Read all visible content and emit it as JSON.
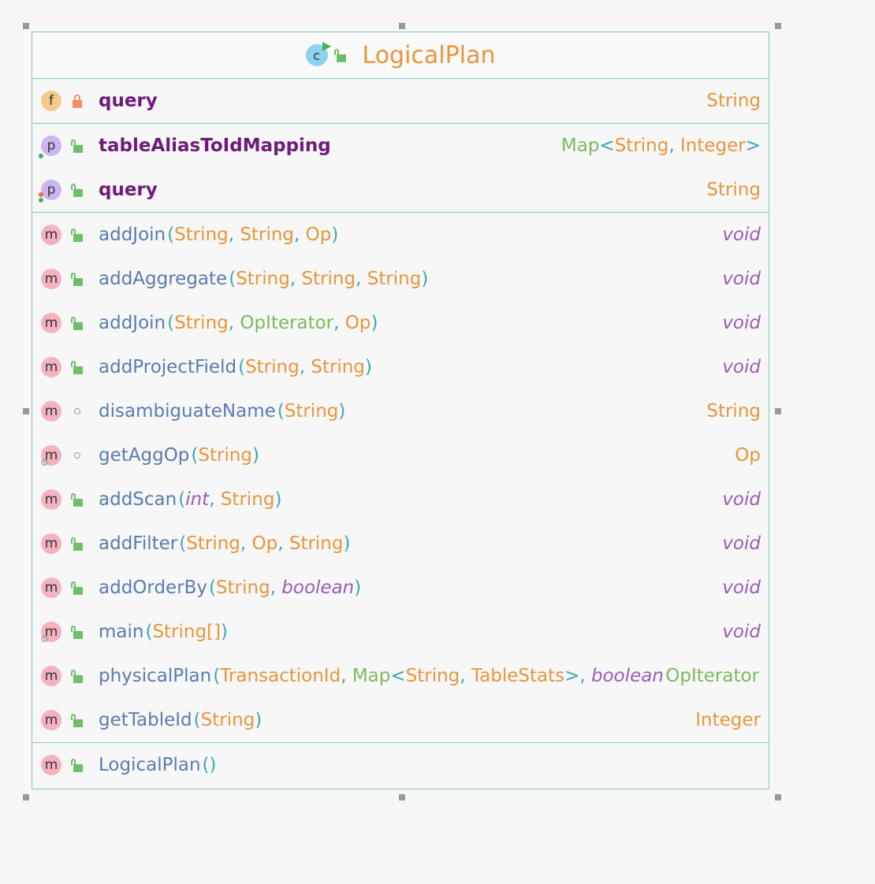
{
  "diagram": {
    "class_name": "LogicalPlan",
    "class_icon_letter": "c",
    "fields": [
      {
        "badge": "f",
        "visibility": "private",
        "name": "query",
        "type": "String"
      }
    ],
    "properties": [
      {
        "badge": "p",
        "visibility": "public",
        "name": "tableAliasToIdMapping",
        "type_parts": [
          "Map",
          "<",
          "String",
          ", ",
          "Integer",
          ">"
        ]
      },
      {
        "badge": "p",
        "visibility": "public",
        "name": "query",
        "type": "String"
      }
    ],
    "methods": [
      {
        "badge": "m",
        "visibility": "public",
        "name": "addJoin",
        "params": [
          "String",
          "String",
          "Op"
        ],
        "type": "void"
      },
      {
        "badge": "m",
        "visibility": "public",
        "name": "addAggregate",
        "params": [
          "String",
          "String",
          "String"
        ],
        "type": "void"
      },
      {
        "badge": "m",
        "visibility": "public",
        "name": "addJoin",
        "params": [
          "String",
          "OpIterator",
          "Op"
        ],
        "type": "void"
      },
      {
        "badge": "m",
        "visibility": "public",
        "name": "addProjectField",
        "params": [
          "String",
          "String"
        ],
        "type": "void"
      },
      {
        "badge": "m",
        "visibility": "package",
        "name": "disambiguateName",
        "params": [
          "String"
        ],
        "type": "String"
      },
      {
        "badge": "m",
        "visibility": "package",
        "name": "getAggOp",
        "params": [
          "String"
        ],
        "type": "Op"
      },
      {
        "badge": "m",
        "visibility": "public",
        "name": "addScan",
        "params": [
          "int",
          "String"
        ],
        "type": "void"
      },
      {
        "badge": "m",
        "visibility": "public",
        "name": "addFilter",
        "params": [
          "String",
          "Op",
          "String"
        ],
        "type": "void"
      },
      {
        "badge": "m",
        "visibility": "public",
        "name": "addOrderBy",
        "params": [
          "String",
          "boolean"
        ],
        "type": "void"
      },
      {
        "badge": "m",
        "visibility": "public",
        "name": "main",
        "params": [
          "String[]"
        ],
        "type": "void"
      },
      {
        "badge": "m",
        "visibility": "public",
        "name": "physicalPlan",
        "params": [
          "TransactionId",
          "Map<String, TableStats>",
          "boolean"
        ],
        "type": "OpIterator"
      },
      {
        "badge": "m",
        "visibility": "public",
        "name": "getTableId",
        "params": [
          "String"
        ],
        "type": "Integer"
      }
    ],
    "constructors": [
      {
        "badge": "m",
        "visibility": "public",
        "name": "LogicalPlan",
        "params": [],
        "type": ""
      }
    ]
  }
}
